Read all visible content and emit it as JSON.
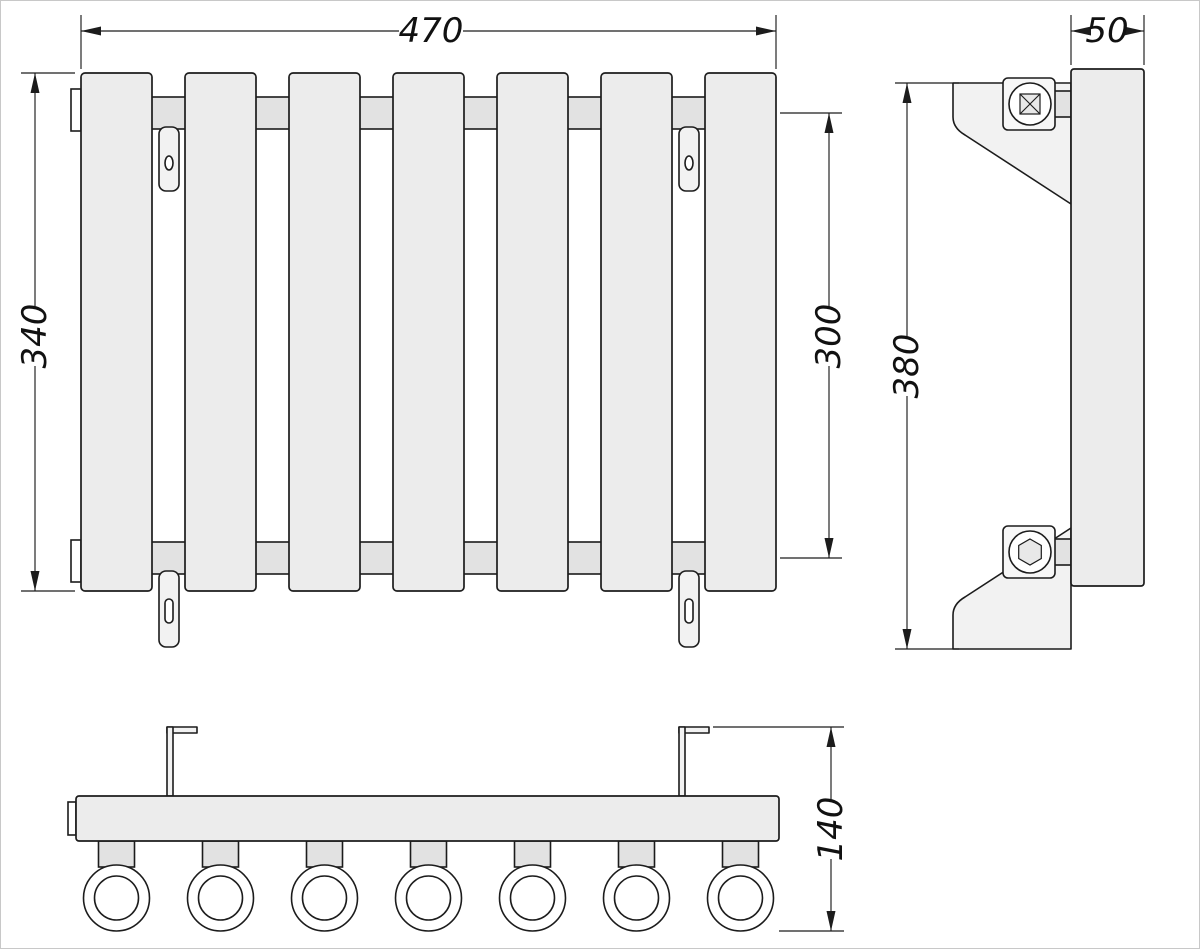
{
  "dimensions": {
    "front_width": "470",
    "front_height": "340",
    "axle_distance": "300",
    "side_depth": "50",
    "side_height": "380",
    "plan_depth": "140"
  },
  "colors": {
    "line": "#1c1c1c",
    "panel_fill": "#ececec",
    "collector_fill": "#e2e2e2",
    "bracket_fill": "#f2f2f2",
    "background": "#ffffff"
  }
}
